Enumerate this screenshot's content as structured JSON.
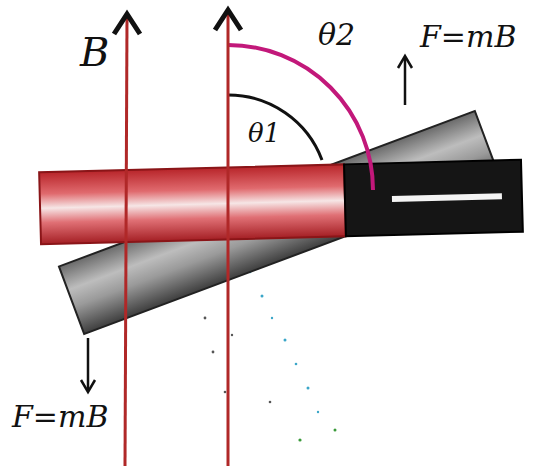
{
  "diagram": {
    "labels": [
      "B",
      "θ2",
      "F=mB",
      "θ1",
      "F=mB"
    ]
  }
}
